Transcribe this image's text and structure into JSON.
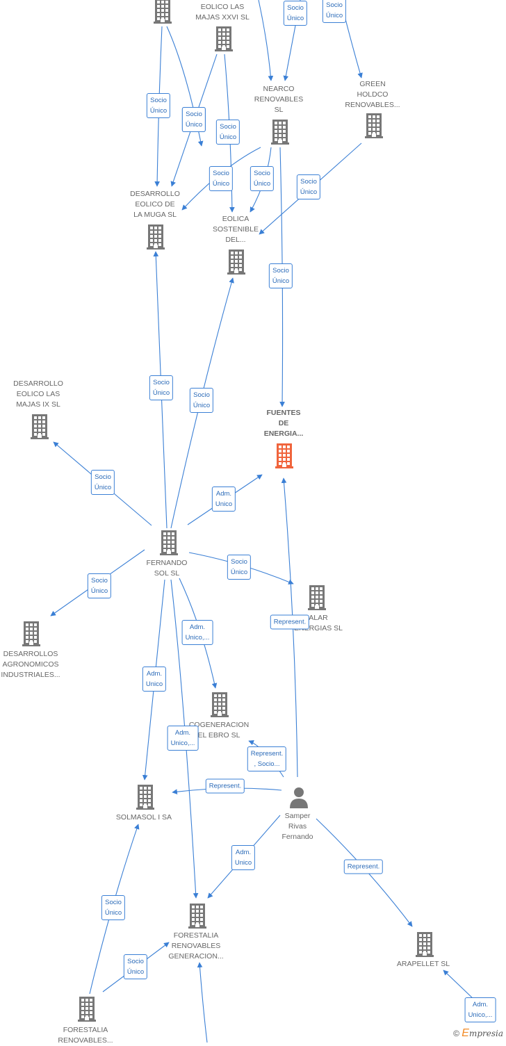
{
  "nodes": [
    {
      "id": "n_top_left",
      "label": ""
    },
    {
      "id": "n_eolico_xxvi",
      "label": "EOLICO LAS\nMAJAS XXVI  SL"
    },
    {
      "id": "n_nearco",
      "label": "NEARCO\nRENOVABLES\nSL"
    },
    {
      "id": "n_green",
      "label": "GREEN\nHOLDCO\nRENOVABLES..."
    },
    {
      "id": "n_muga",
      "label": "DESARROLLO\nEOLICO DE\nLA MUGA SL"
    },
    {
      "id": "n_eolica_sost",
      "label": "EOLICA\nSOSTENIBLE\nDEL..."
    },
    {
      "id": "n_majas_ix",
      "label": "DESARROLLO\nEOLICO LAS\nMAJAS IX  SL"
    },
    {
      "id": "n_fuentes",
      "label": "FUENTES\nDE\nENERGIA..."
    },
    {
      "id": "n_fernando",
      "label": "FERNANDO\nSOL SL"
    },
    {
      "id": "n_alar",
      "label": "ALAR\nENERGIAS  SL"
    },
    {
      "id": "n_agronomicos",
      "label": "DESARROLLOS\nAGRONOMICOS\nINDUSTRIALES..."
    },
    {
      "id": "n_cogeneracion",
      "label": "COGENERACION\nEL EBRO  SL"
    },
    {
      "id": "n_solmasol",
      "label": "SOLMASOL I SA"
    },
    {
      "id": "n_samper",
      "label": "Samper\nRivas\nFernando"
    },
    {
      "id": "n_forestalia_gen",
      "label": "FORESTALIA\nRENOVABLES\nGENERACION..."
    },
    {
      "id": "n_arapellet",
      "label": "ARAPELLET  SL"
    },
    {
      "id": "n_forestalia_bottom",
      "label": "FORESTALIA\nRENOVABLES..."
    }
  ],
  "edge_labels": [
    {
      "id": "e1",
      "text": "Socio\nÚnico"
    },
    {
      "id": "e2",
      "text": "Socio\nÚnico"
    },
    {
      "id": "e3",
      "text": "Socio\nÚnico"
    },
    {
      "id": "e4",
      "text": "Socio\nÚnico"
    },
    {
      "id": "e5",
      "text": "Socio\nÚnico"
    },
    {
      "id": "e6",
      "text": "Socio\nÚnico"
    },
    {
      "id": "e7",
      "text": "Socio\nÚnico"
    },
    {
      "id": "e8",
      "text": "Socio\nÚnico"
    },
    {
      "id": "e9",
      "text": "Socio\nÚnico"
    },
    {
      "id": "e10",
      "text": "Socio\nÚnico"
    },
    {
      "id": "e11",
      "text": "Socio\nÚnico"
    },
    {
      "id": "e12",
      "text": "Socio\nÚnico"
    },
    {
      "id": "e13",
      "text": "Socio\nÚnico"
    },
    {
      "id": "e14",
      "text": "Adm.\nUnico"
    },
    {
      "id": "e15",
      "text": "Socio\nÚnico"
    },
    {
      "id": "e16",
      "text": "Socio\nÚnico"
    },
    {
      "id": "e17",
      "text": "Represent."
    },
    {
      "id": "e18",
      "text": "Adm.\nUnico,..."
    },
    {
      "id": "e19",
      "text": "Adm.\nUnico"
    },
    {
      "id": "e20",
      "text": "Adm.\nUnico,..."
    },
    {
      "id": "e21",
      "text": "Represent.\n, Socio..."
    },
    {
      "id": "e22",
      "text": "Represent."
    },
    {
      "id": "e23",
      "text": "Adm.\nUnico"
    },
    {
      "id": "e24",
      "text": "Represent."
    },
    {
      "id": "e25",
      "text": "Socio\nÚnico"
    },
    {
      "id": "e26",
      "text": "Socio\nÚnico"
    },
    {
      "id": "e27",
      "text": "Adm.\nUnico,..."
    }
  ],
  "colors": {
    "edge": "#3a7fd5",
    "node_icon": "#777777",
    "highlight_icon": "#f0643c",
    "text": "#666666"
  },
  "footer": {
    "copyright": "©",
    "brand_initial": "E",
    "brand_rest": "mpresia"
  }
}
